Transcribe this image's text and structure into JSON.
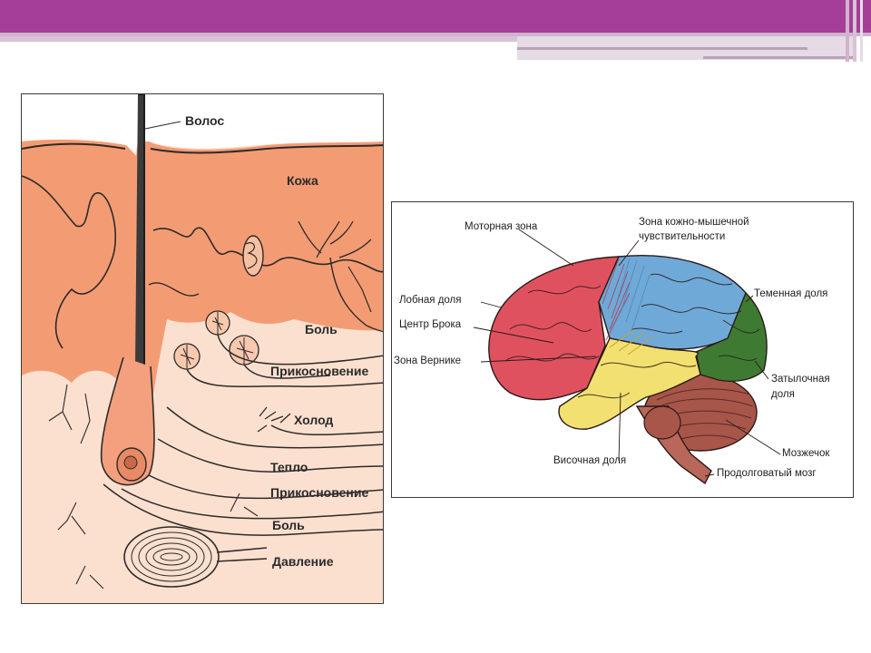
{
  "slide": {
    "accent_color": "#a53e98",
    "accent_light": "#cfb4cd"
  },
  "skin_diagram": {
    "labels": {
      "hair": "Волос",
      "skin": "Кожа",
      "pain1": "Боль",
      "touch1": "Прикосновение",
      "cold": "Холод",
      "heat": "Тепло",
      "touch2": "Прикосновение",
      "pain2": "Боль",
      "pressure": "Давление"
    },
    "colors": {
      "dermis": "#f39c74",
      "deep": "#fbe0cf",
      "lines": "#2e2a28"
    }
  },
  "brain_diagram": {
    "labels": {
      "motor": "Моторная зона",
      "somato_line1": "Зона кожно-мышечной",
      "somato_line2": "чувствительности",
      "frontal": "Лобная доля",
      "broca": "Центр Брока",
      "wernicke": "Зона Вернике",
      "parietal": "Теменная доля",
      "occipital_line1": "Затылочная",
      "occipital_line2": "доля",
      "temporal": "Височная доля",
      "cerebellum": "Мозжечок",
      "medulla": "Продолговатый мозг"
    },
    "colors": {
      "frontal": "#e0515f",
      "parietal": "#6fa9d8",
      "temporal": "#f2e070",
      "occipital": "#3f7a33",
      "cerebellum": "#a8564a",
      "brainstem": "#b8675a"
    }
  }
}
